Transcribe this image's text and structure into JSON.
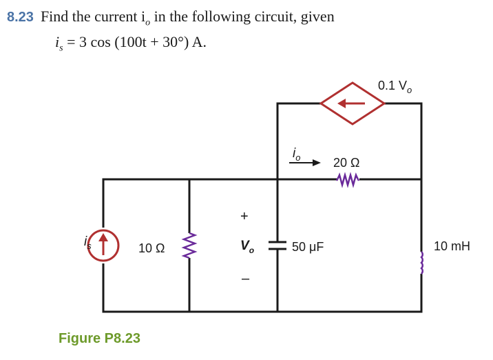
{
  "problem": {
    "number": "8.23",
    "line1": "Find the current i",
    "line1_sub": "o",
    "line1_end": " in the following circuit, given",
    "line2_var": "i",
    "line2_sub": "s",
    "line2_expr": " = 3 cos (100t + 30°) A."
  },
  "circuit": {
    "source_label": "i",
    "source_label_sub": "s",
    "r1_label": "10 Ω",
    "r2_label": "20 Ω",
    "current_label": "i",
    "current_label_sub": "o",
    "voltage_label": "V",
    "voltage_label_sub": "o",
    "plus": "+",
    "minus": "–",
    "capacitor_label": "50 μF",
    "inductor_label": "10 mH",
    "dependent_source_label": "0.1 V",
    "dependent_source_sub": "o"
  },
  "colors": {
    "wire": "#1a1a1a",
    "source": "#b03030",
    "resistor": "#6a2a9a",
    "inductor": "#6a2a9a",
    "title_number": "#4a73a6",
    "caption": "#6d9a2a"
  },
  "caption": "Figure P8.23"
}
